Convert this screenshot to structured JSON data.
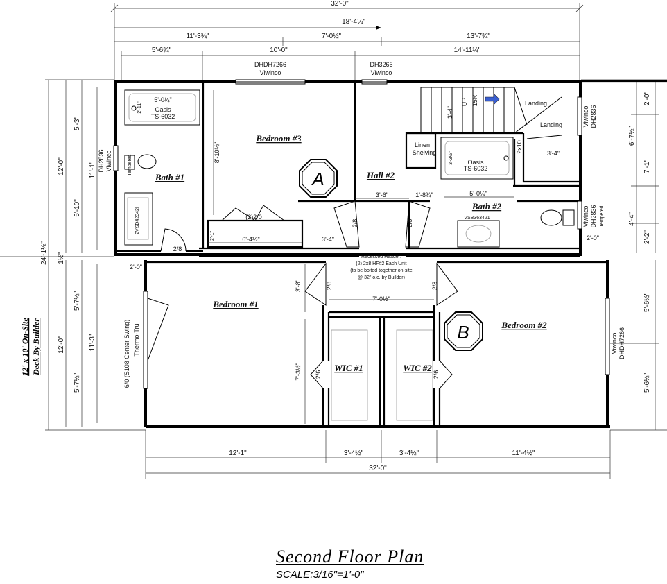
{
  "title": "Second Floor Plan",
  "scale": "SCALE:3/16\"=1'-0\"",
  "deck_note_line1": "12' x 10' On-Site",
  "deck_note_line2": "Deck By Builder",
  "rooms": {
    "bedroom3": "Bedroom #3",
    "bedroom1": "Bedroom #1",
    "bedroom2": "Bedroom #2",
    "bath1": "Bath #1",
    "bath2": "Bath #2",
    "hall2": "Hall #2",
    "wic1": "WIC #1",
    "wic2": "WIC #2",
    "landing_upper": "Landing",
    "landing_lower": "Landing",
    "linen": "Linen",
    "shelving": "Shelving"
  },
  "unit_markers": {
    "a": "A",
    "b": "B"
  },
  "top_dims": {
    "overall": "32'-0\"",
    "stair_offset": "18'-4¼\"",
    "seg1": "11'-3¾\"",
    "seg2": "7'-0½\"",
    "seg3": "13'-7¾\"",
    "sub1": "5'-6¾\"",
    "sub2": "10'-0\"",
    "sub3": "14'-11¼\""
  },
  "bottom_dims": {
    "seg1": "12'-1\"",
    "seg2": "3'-4½\"",
    "seg3": "3'-4½\"",
    "seg4": "11'-4½\"",
    "overall": "32'-0\""
  },
  "left_dims": {
    "upper_outer": "12'-0\"",
    "upper_a": "5'-3\"",
    "upper_b": "5'-10\"",
    "upper_inner": "11'-1\"",
    "total": "24'-1½\"",
    "gap": "1½\"",
    "lower_outer": "12'-0\"",
    "lower_a": "5'-7½\"",
    "lower_b": "5'-7½\"",
    "lower_inner": "11'-3\""
  },
  "right_dims": {
    "r1": "2'-0\"",
    "r2": "6'-7½\"",
    "r3": "7'-1\"",
    "r4": "4'-4\"",
    "r5": "2'-2\"",
    "r6": "5'-6½\"",
    "r7": "5'-6½\""
  },
  "windows": {
    "top_left_model": "DHDH7266",
    "top_left_brand": "Viwinco",
    "top_mid_model": "DH3266",
    "top_mid_brand": "Viwinco",
    "left_bath_model": "DH2836",
    "left_bath_brand": "Viwinco",
    "tempered": "Tempered",
    "right_upper_brand": "Viwinco",
    "right_upper_model": "DH2836",
    "right_bath_brand": "Viwinco",
    "right_bath_model": "DH2836",
    "right_bath_tempered": "Tempered",
    "right_bed_brand": "Viwinco",
    "right_bed_model": "DHDH7266"
  },
  "interior_dims": {
    "tub1": "5'-0¼\"",
    "tub1_depth": "2'-11\"",
    "bed3_depth": "8'-10½\"",
    "closet_width": "6'-4½\"",
    "closet_depth": "2'-1\"",
    "hall_width": "3'-6\"",
    "hall_door_offset": "3'-4\"",
    "bath2_width": "1'-8¾\"",
    "tub2": "5'-0¼\"",
    "tub2_depth": "3'-3½\"",
    "stair_depth": "3'-4\"",
    "landing_width": "3'-4\"",
    "bath2_offset": "2'-0\"",
    "wic_hall_depth": "3'-8\"",
    "wic_hall_width": "7'-0½\"",
    "bed1_depth": "7'-3½\"",
    "bed1_offset": "2'-0\"",
    "window_2x10": "2x10"
  },
  "labels": {
    "tub1_brand": "Oasis",
    "tub1_model": "TS-6032",
    "tub2_brand": "Oasis",
    "tub2_model": "TS-6032",
    "vanity1": "2VSD42342I",
    "vanity2": "VSB363421",
    "stair_up": "UP",
    "stair_rise": "15R",
    "closet_door": "(2)2/0",
    "exterior_door": "6/0 (S108 Center Swing)",
    "exterior_door_brand": "Thermo-Tru",
    "door_28": "2/8",
    "door_26": "2/6",
    "header_1": "Recessed Header:",
    "header_2": "(2) 2x8 HF#2 Each Unit",
    "header_3": "(to be bolted together on-site",
    "header_4": "@ 32\" o.c. by Builder)"
  }
}
